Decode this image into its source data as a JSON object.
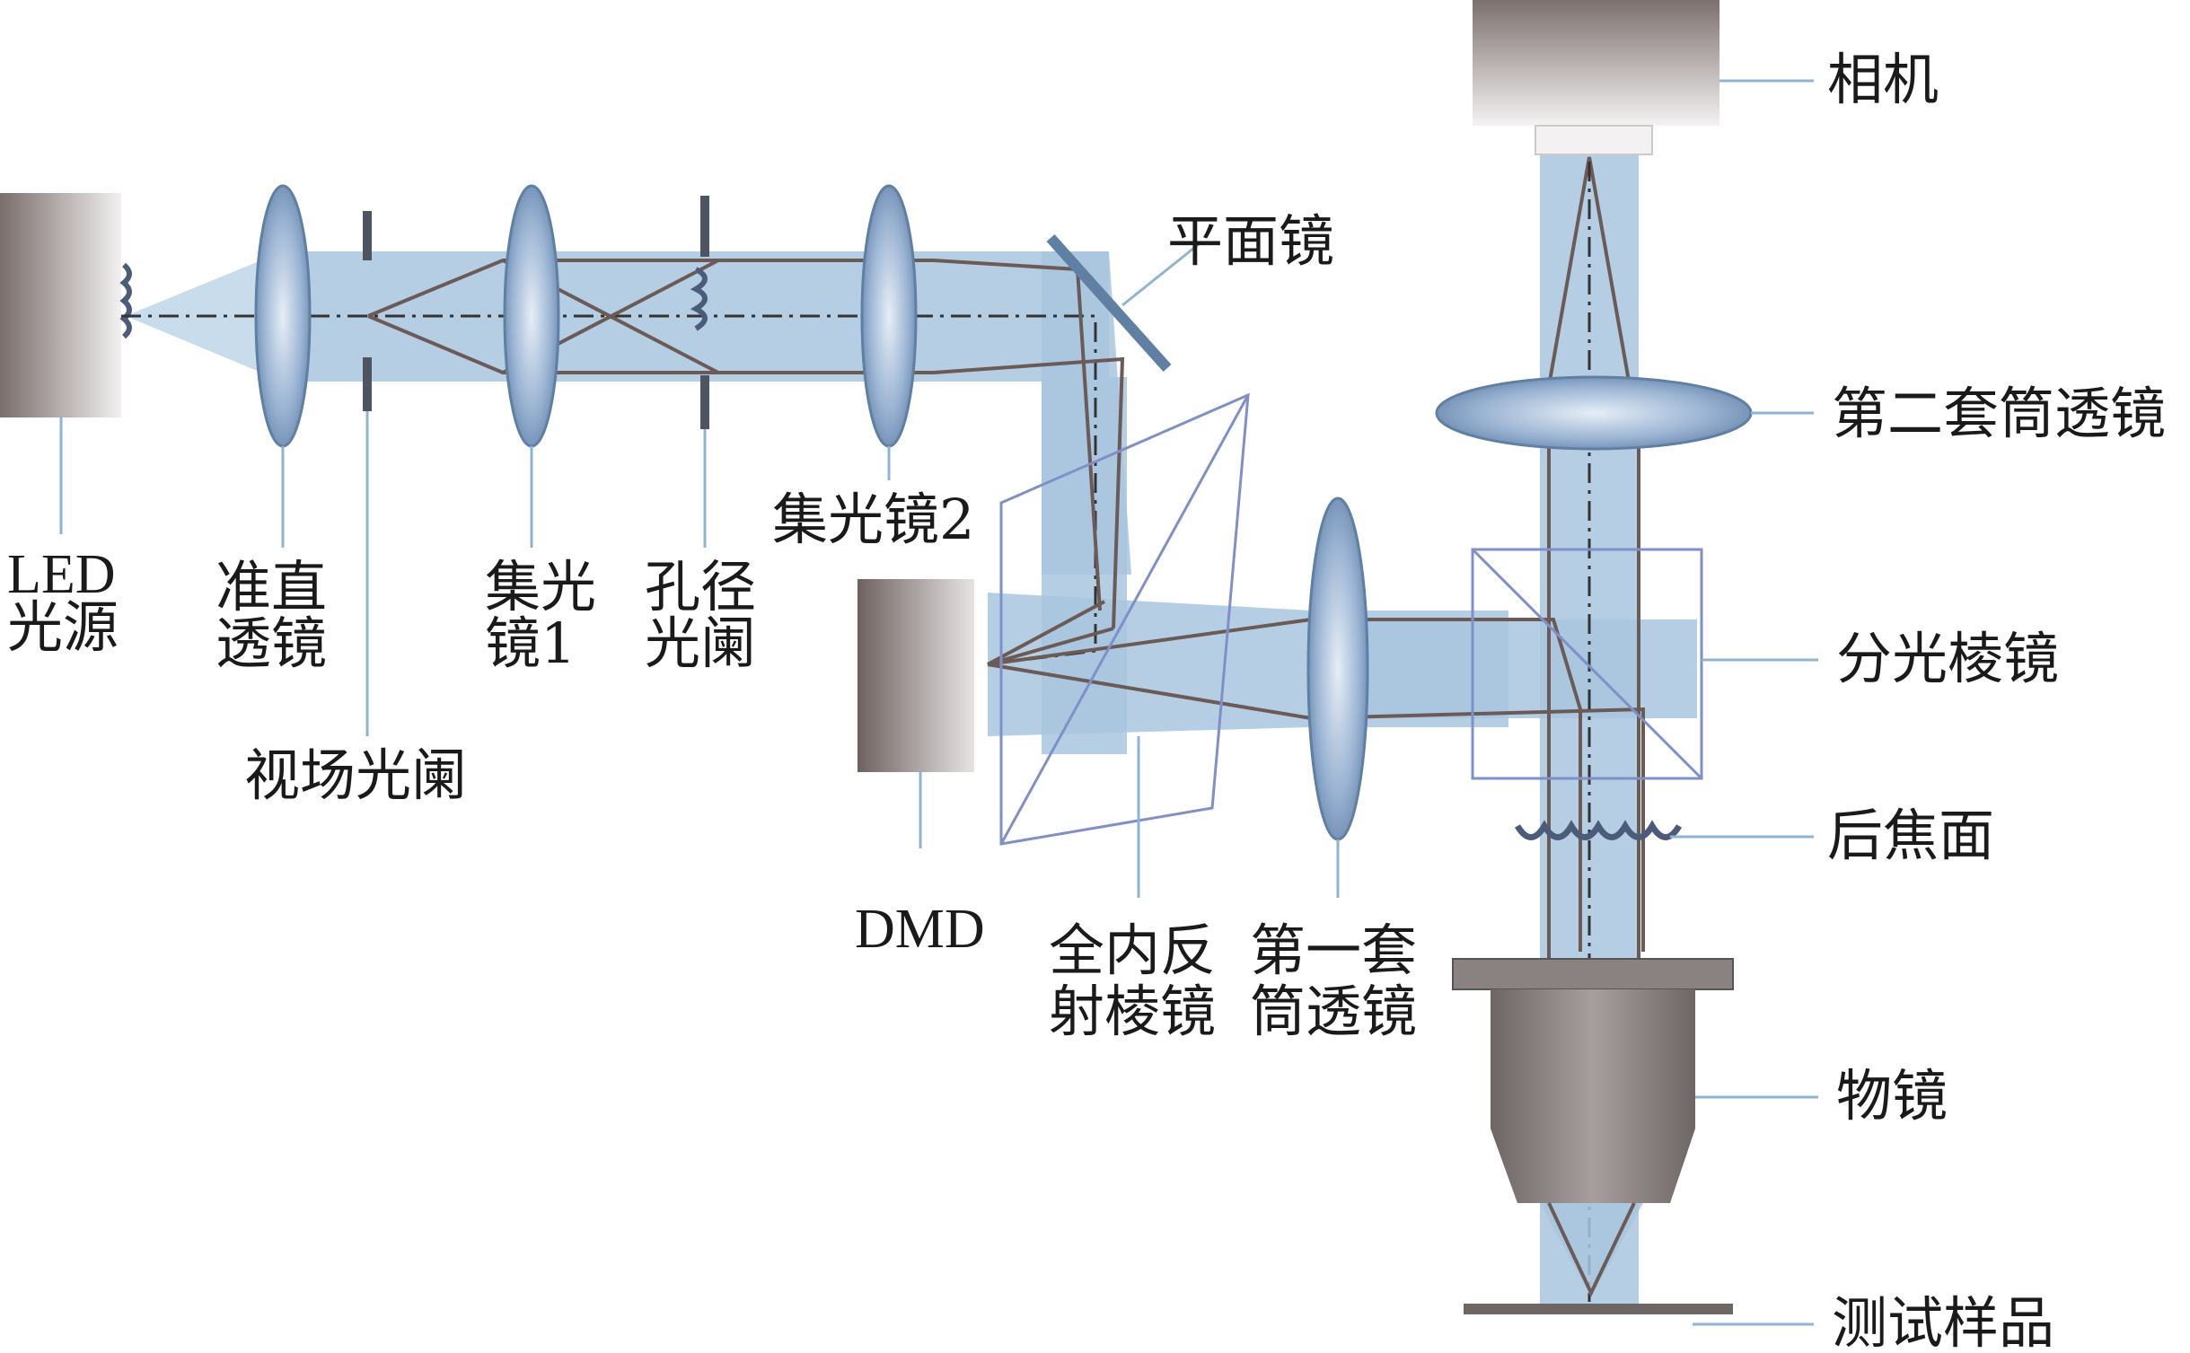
{
  "labels": {
    "led_line1": "LED",
    "led_line2": "光源",
    "collimator_line1": "准直",
    "collimator_line2": "透镜",
    "field_stop": "视场光阑",
    "condenser1_line1": "集光",
    "condenser1_line2": "镜1",
    "aperture_stop_line1": "孔径",
    "aperture_stop_line2": "光阑",
    "condenser2": "集光镜2",
    "plane_mirror": "平面镜",
    "dmd": "DMD",
    "tir_prism_line1": "全内反",
    "tir_prism_line2": "射棱镜",
    "tube_lens1_line1": "第一套",
    "tube_lens1_line2": "筒透镜",
    "camera": "相机",
    "tube_lens2": "第二套筒透镜",
    "beam_splitter": "分光棱镜",
    "back_focal_plane": "后焦面",
    "objective": "物镜",
    "sample": "测试样品"
  },
  "colors": {
    "beam": "#a9c6df",
    "lens": "#5f7fa3",
    "ray": "#6b5b57",
    "leader": "#8fb4d3",
    "prism": "#7f90c8"
  }
}
